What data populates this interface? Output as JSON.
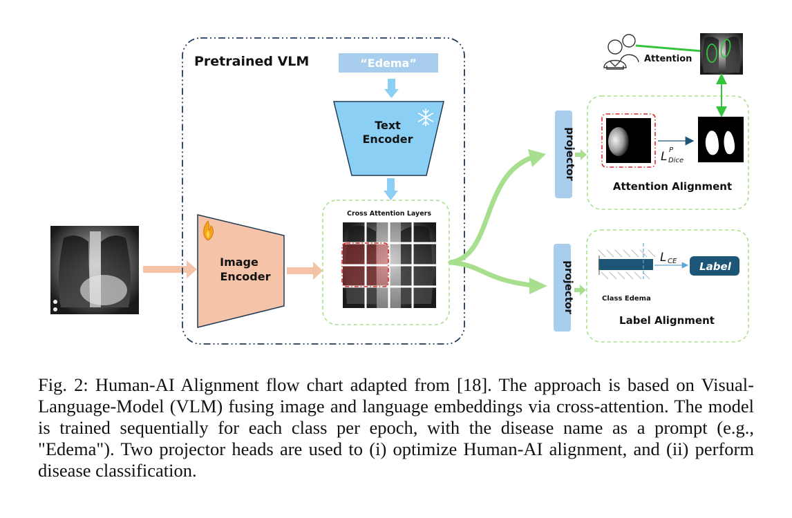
{
  "diagram": {
    "vlm_title": "Pretrained VLM",
    "prompt": "“Edema”",
    "text_encoder": [
      "Text",
      "Encoder"
    ],
    "image_encoder": [
      "Image",
      "Encoder"
    ],
    "cross_attention": "Cross Attention Layers",
    "projector_top": "projector",
    "projector_bottom": "projector",
    "attention_label": "Attention",
    "dice_loss": {
      "main": "L",
      "sup": "P",
      "sub": "Dice"
    },
    "attention_alignment": "Attention Alignment",
    "ce_loss": {
      "main": "L",
      "sub": "CE"
    },
    "label_box": "Label",
    "class_text": "Class Edema",
    "label_alignment": "Label Alignment",
    "icons": [
      "snowflake-icon",
      "flame-icon",
      "doctors-icon"
    ],
    "colors": {
      "dashed_border": "#1e3a5a",
      "text_encoder": "#8ccff5",
      "prompt_box": "#a9cdec",
      "image_encoder": "#f5c3a8",
      "projector": "#a9cdec",
      "green": "#a8df8e",
      "bright_green": "#33c43c",
      "label_box": "#1d5576",
      "highlight_red": "#d62828"
    }
  },
  "caption": "Fig. 2: Human-AI Alignment flow chart adapted from [18]. The approach is based on Visual-Language-Model (VLM) fusing image and language embeddings via cross-attention. The model is trained sequentially for each class per epoch, with the disease name as a prompt (e.g., \"Edema\"). Two projector heads are used to (i) optimize Human-AI alignment, and (ii) perform disease classification."
}
